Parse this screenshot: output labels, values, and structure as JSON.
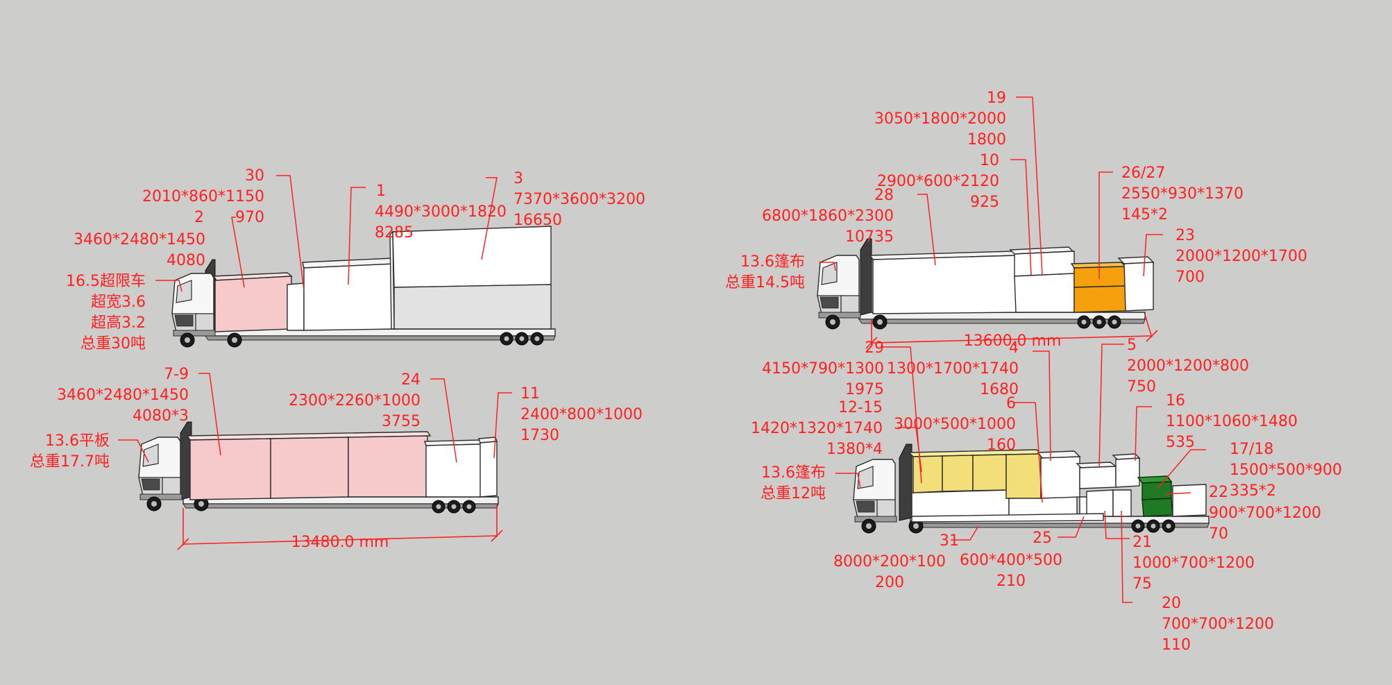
{
  "truck1": {
    "cab": {
      "id": "16.5超限车",
      "wide": "超宽3.6",
      "high": "超高3.2",
      "weight": "总重30吨"
    },
    "items": [
      {
        "id": "2",
        "dims": "3460*2480*1450",
        "weight": "4080"
      },
      {
        "id": "30",
        "dims": "2010*860*1150",
        "weight": "970"
      },
      {
        "id": "1",
        "dims": "4490*3000*1820",
        "weight": "8285"
      },
      {
        "id": "3",
        "dims": "7370*3600*3200",
        "weight": "16650"
      }
    ]
  },
  "truck2": {
    "cab": {
      "id": "13.6平板",
      "weight": "总重17.7吨"
    },
    "items": [
      {
        "id": "7-9",
        "dims": "3460*2480*1450",
        "weight": "4080*3"
      },
      {
        "id": "24",
        "dims": "2300*2260*1000",
        "weight": "3755"
      },
      {
        "id": "11",
        "dims": "2400*800*1000",
        "weight": "1730"
      }
    ],
    "length": "13480.0 mm"
  },
  "truck3": {
    "cab": {
      "id": "13.6篷布",
      "weight": "总重14.5吨"
    },
    "items": [
      {
        "id": "19",
        "dims": "3050*1800*2000",
        "weight": "1800"
      },
      {
        "id": "10",
        "dims": "2900*600*2120",
        "weight": "925"
      },
      {
        "id": "28",
        "dims": "6800*1860*2300",
        "weight": "10735"
      },
      {
        "id": "26/27",
        "dims": "2550*930*1370",
        "weight": "145*2"
      },
      {
        "id": "23",
        "dims": "2000*1200*1700",
        "weight": "700"
      }
    ],
    "length": "13600.0 mm"
  },
  "truck4": {
    "cab": {
      "id": "13.6篷布",
      "weight": "总重12吨"
    },
    "items": [
      {
        "id": "29",
        "dims": "4150*790*1300",
        "weight": "1975"
      },
      {
        "id": "4",
        "dims": "1300*1700*1740",
        "weight": "1680"
      },
      {
        "id": "5",
        "dims": "2000*1200*800",
        "weight": "750"
      },
      {
        "id": "12-15",
        "dims": "1420*1320*1740",
        "weight": "1380*4"
      },
      {
        "id": "6",
        "dims": "3000*500*1000",
        "weight": "160"
      },
      {
        "id": "16",
        "dims": "1100*1060*1480",
        "weight": "535"
      },
      {
        "id": "17/18",
        "dims": "1500*500*900",
        "weight": "335*2"
      },
      {
        "id": "22",
        "dims": "900*700*1200",
        "weight": "70"
      },
      {
        "id": "31",
        "dims": "8000*200*100",
        "weight": "200"
      },
      {
        "id": "25",
        "dims": "600*400*500",
        "weight": "210"
      },
      {
        "id": "21",
        "dims": "1000*700*1200",
        "weight": "75"
      },
      {
        "id": "20",
        "dims": "700*700*1200",
        "weight": "110"
      }
    ]
  },
  "colors": {
    "background": "#cdcdcb",
    "annotation": "#ff2020",
    "pink_cargo": "#f6caca",
    "yellow_cargo": "#f3df7a",
    "orange_cargo": "#f5a00c",
    "green_cargo": "#1f7a24"
  }
}
